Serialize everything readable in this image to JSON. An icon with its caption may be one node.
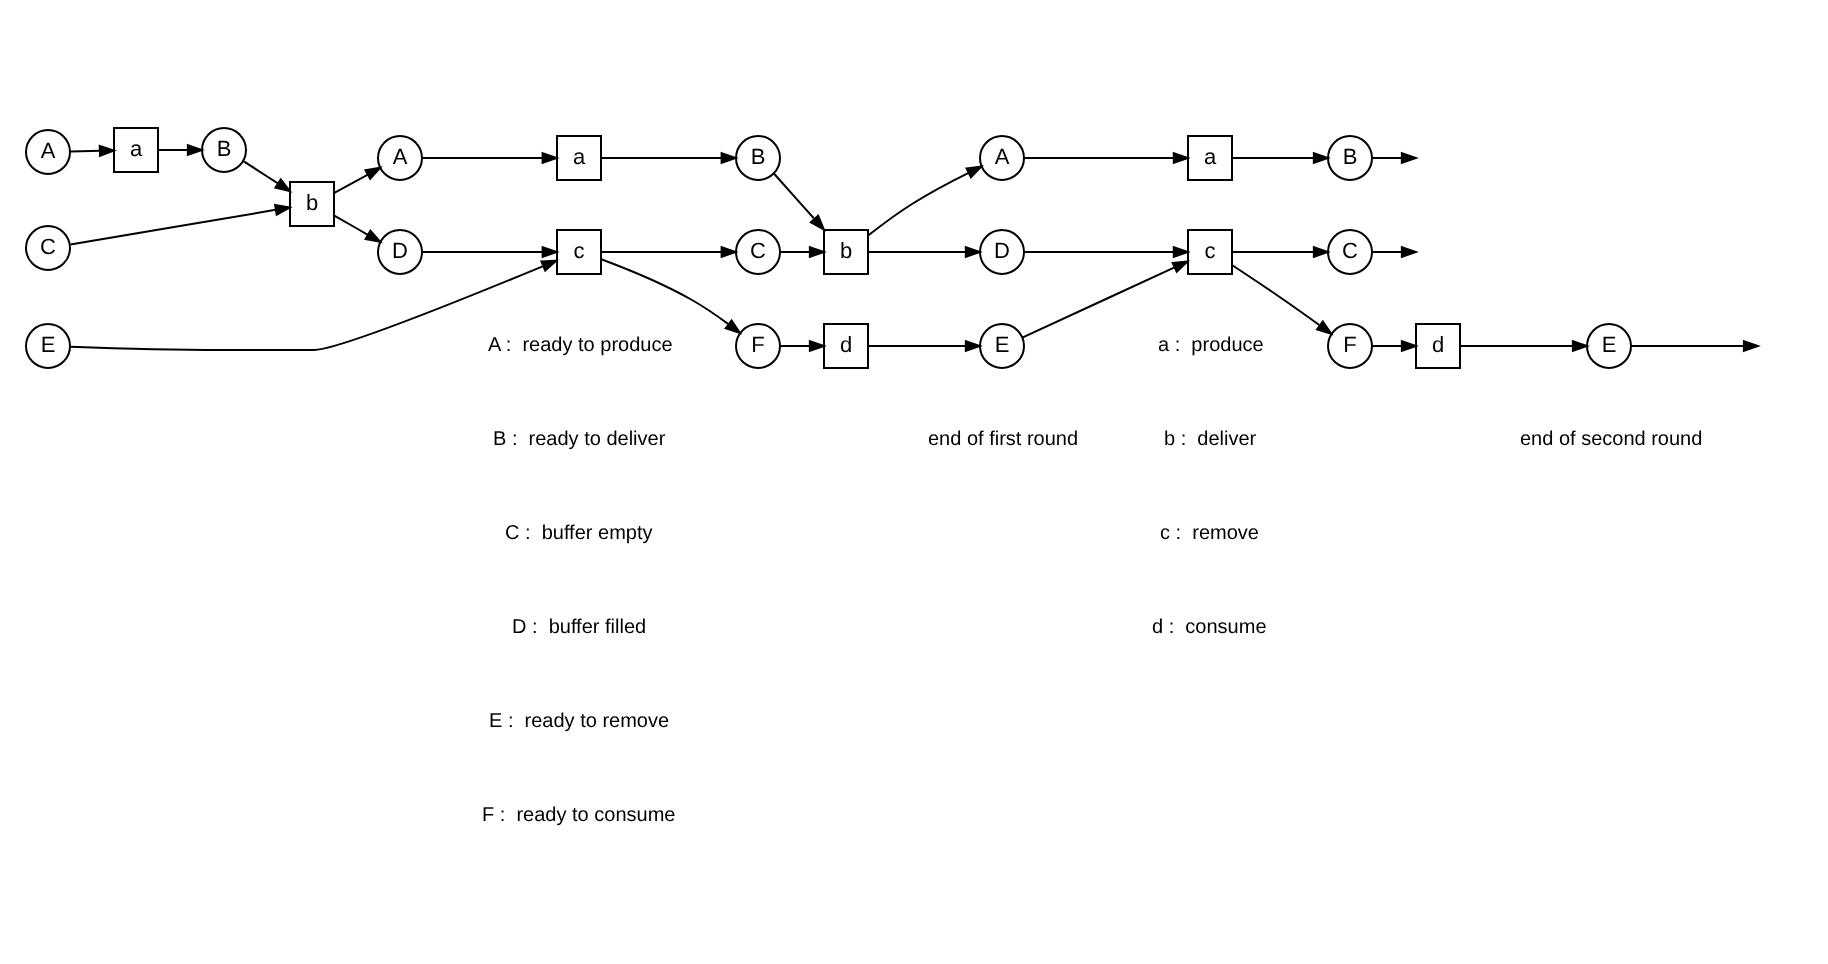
{
  "diagram": {
    "nodes": [
      {
        "text": [
          "A"
        ]
      },
      {
        "text": [
          "a"
        ]
      },
      {
        "text": [
          "B"
        ]
      },
      {
        "text": [
          "b"
        ]
      },
      {
        "text": [
          "A"
        ]
      },
      {
        "text": [
          "a"
        ]
      },
      {
        "text": [
          "B"
        ]
      },
      {
        "text": [
          "b"
        ]
      },
      {
        "text": [
          "A"
        ]
      },
      {
        "text": [
          "a"
        ]
      },
      {
        "text": [
          "B"
        ]
      },
      {
        "text": [
          "C"
        ]
      },
      {
        "text": [
          "D"
        ]
      },
      {
        "text": [
          "C"
        ]
      },
      {
        "text": [
          "D"
        ]
      },
      {
        "text": [
          "C"
        ]
      },
      {
        "text": [
          "E"
        ]
      },
      {
        "text": [
          "c"
        ]
      },
      {
        "text": [
          "F"
        ]
      },
      {
        "text": [
          "d"
        ]
      },
      {
        "text": [
          "E"
        ]
      },
      {
        "text": [
          "c"
        ]
      },
      {
        "text": [
          "F"
        ]
      },
      {
        "text": [
          "d"
        ]
      },
      {
        "text": [
          "E"
        ]
      }
    ],
    "edges": [
      {
        "from": 0,
        "to": 1,
        "arrow": "to"
      },
      {
        "from": 1,
        "to": 2,
        "arrow": "to"
      },
      {
        "from": 2,
        "to": 3,
        "arrow": "to"
      },
      {
        "from": 3,
        "to": 4,
        "arrow": "to"
      },
      {
        "from": 4,
        "to": 5,
        "arrow": "to"
      },
      {
        "from": 5,
        "to": 6,
        "arrow": "to"
      },
      {
        "from": 6,
        "to": 7,
        "arrow": "to"
      },
      {
        "from": 7,
        "to": 8,
        "arrow": "to"
      },
      {
        "from": 8,
        "to": 9,
        "arrow": "to"
      },
      {
        "from": 9,
        "to": 10,
        "arrow": "to"
      },
      {
        "from": 10,
        "to": null,
        "arrow": "to"
      },
      {
        "from": 11,
        "to": 3,
        "arrow": "to"
      },
      {
        "from": 3,
        "to": 12,
        "arrow": "to"
      },
      {
        "from": 12,
        "to": 17,
        "arrow": "to"
      },
      {
        "from": 16,
        "to": 17,
        "arrow": "to"
      },
      {
        "from": 17,
        "to": 13,
        "arrow": "to"
      },
      {
        "from": 17,
        "to": 18,
        "arrow": "to"
      },
      {
        "from": 18,
        "to": 19,
        "arrow": "to"
      },
      {
        "from": 19,
        "to": 20,
        "arrow": "to"
      },
      {
        "from": 13,
        "to": 7,
        "arrow": "to"
      },
      {
        "from": 7,
        "to": 14,
        "arrow": "to"
      },
      {
        "from": 14,
        "to": 21,
        "arrow": "to"
      },
      {
        "from": 20,
        "to": 21,
        "arrow": "to"
      },
      {
        "from": 21,
        "to": 15,
        "arrow": "to"
      },
      {
        "from": 21,
        "to": 22,
        "arrow": "to"
      },
      {
        "from": 22,
        "to": 23,
        "arrow": "to"
      },
      {
        "from": 23,
        "to": 24,
        "arrow": "to"
      },
      {
        "from": 15,
        "to": null,
        "arrow": "to"
      },
      {
        "from": 24,
        "to": null,
        "arrow": "to"
      }
    ],
    "labels": [
      "end of first round",
      "end of second round",
      "A :  ready to produce",
      "a :  produce",
      "B :  ready to deliver",
      "b :  deliver",
      "C :  buffer empty",
      "c :  remove",
      "D :  buffer filled",
      "d :  consume",
      "E :  ready to remove",
      "F :  ready to consume"
    ]
  }
}
